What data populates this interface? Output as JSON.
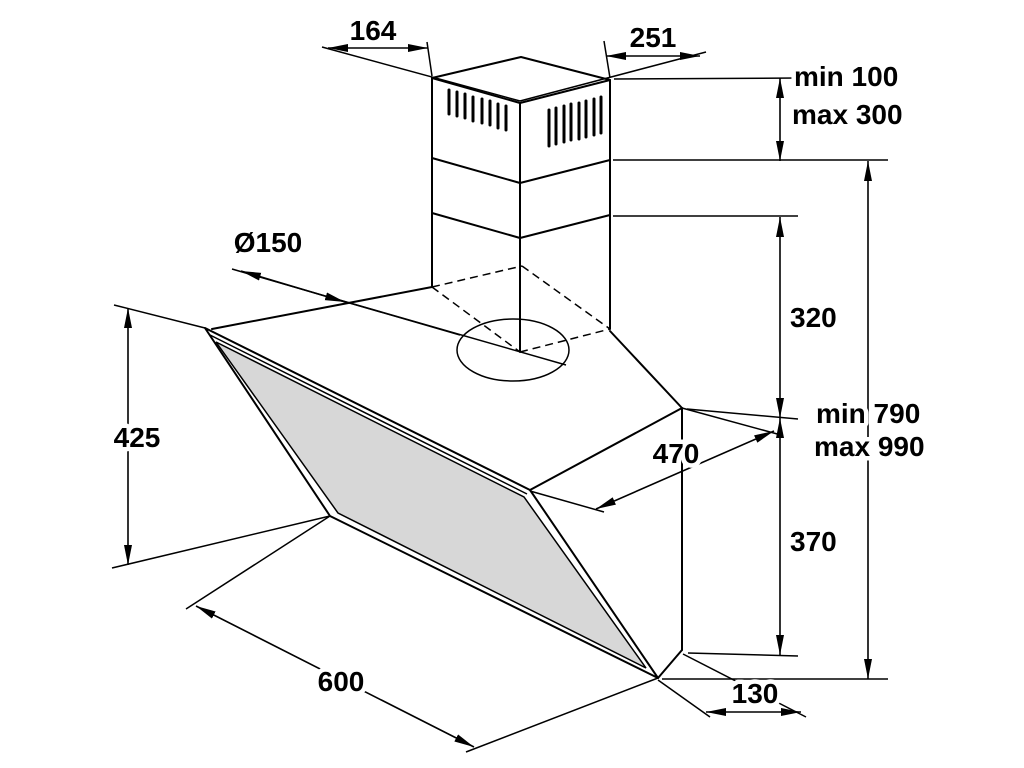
{
  "diagram": {
    "kind": "cooker-hood-dimension-drawing",
    "dims": {
      "d164": "164",
      "d251": "251",
      "min100": "min 100",
      "max300": "max 300",
      "diameter": "Ø150",
      "d320": "320",
      "d425": "425",
      "d470": "470",
      "min790": "min 790",
      "max990": "max 990",
      "d370": "370",
      "d600": "600",
      "d130": "130"
    },
    "colors": {
      "line": "#000000",
      "glass_fill": "#d7d7d7",
      "background": "#ffffff"
    }
  }
}
